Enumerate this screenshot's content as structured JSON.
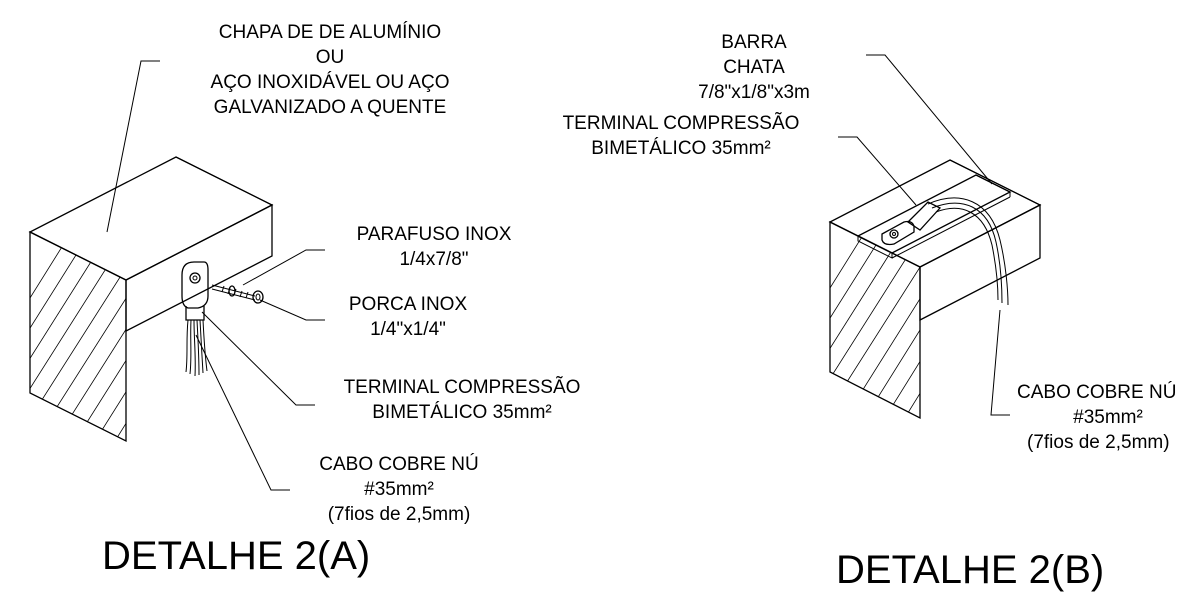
{
  "detail_a": {
    "title": "DETALHE 2(A)",
    "plate_label": [
      "CHAPA DE DE ALUMÍNIO",
      "OU",
      "AÇO INOXIDÁVEL OU AÇO",
      "GALVANIZADO A QUENTE"
    ],
    "screw_label": [
      "PARAFUSO INOX",
      "1/4x7/8\""
    ],
    "nut_label": [
      "PORCA INOX",
      "1/4\"x1/4\""
    ],
    "terminal_label": [
      "TERMINAL COMPRESSÃO",
      "BIMETÁLICO 35mm²"
    ],
    "cable_label": [
      "CABO COBRE NÚ",
      "#35mm²",
      "(7fios de 2,5mm)"
    ]
  },
  "detail_b": {
    "title": "DETALHE 2(B)",
    "bar_label": [
      "BARRA",
      "CHATA",
      "7/8\"x1/8\"x3m"
    ],
    "terminal_label": [
      "TERMINAL COMPRESSÃO",
      "BIMETÁLICO 35mm²"
    ],
    "cable_label": [
      "CABO COBRE NÚ",
      "#35mm²",
      "(7fios de 2,5mm)"
    ]
  }
}
